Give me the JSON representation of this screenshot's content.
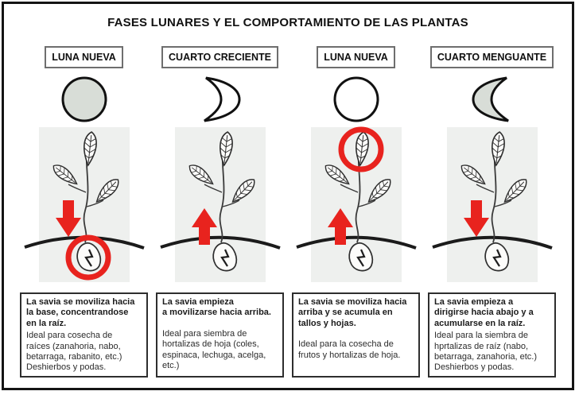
{
  "title": "FASES LUNARES Y EL COMPORTAMIENTO DE LAS PLANTAS",
  "colors": {
    "accent_red": "#e8231e",
    "moon_gray": "#d8ddd7",
    "moon_white": "#ffffff",
    "panel_gray": "#eef0ee"
  },
  "cards": [
    {
      "phase_label": "LUNA NUEVA",
      "moon_icon": "new-moon",
      "sap_arrow": "down",
      "highlight": "root",
      "bold_text": "La savia se moviliza hacia\nla base, concentrandose\nen la raíz.",
      "body_text": "Ideal para cosecha de\nraíces (zanahoria, nabo,\nbetarraga, rabanito, etc.)",
      "body_text2": "Deshierbos y podas."
    },
    {
      "phase_label": "CUARTO CRECIENTE",
      "moon_icon": "waxing-crescent",
      "sap_arrow": "up",
      "highlight": "none",
      "bold_text": "La savia empieza\na movilizarse hacia arriba.",
      "body_text": "Ideal para siembra de\nhortalizas de hoja (coles,\nespinaca, lechuga, acelga,\netc.)",
      "body_text2": ""
    },
    {
      "phase_label": "LUNA NUEVA",
      "moon_icon": "full-moon",
      "sap_arrow": "up",
      "highlight": "top-leaf",
      "bold_text": "La savia se moviliza hacia\narriba y se acumula en\ntallos y hojas.",
      "body_text": "Ideal para la cosecha de\nfrutos y hortalizas de hoja.",
      "body_text2": ""
    },
    {
      "phase_label": "CUARTO MENGUANTE",
      "moon_icon": "waning-crescent",
      "sap_arrow": "down",
      "highlight": "none",
      "bold_text": "La savia empieza a\ndirigirse hacia abajo y a\nacumularse en la raíz.",
      "body_text": "Ideal para la siembra de\nhprtalizas de raíz (nabo,\nbetarraga, zanahoria, etc.)",
      "body_text2": "Deshierbos y podas."
    }
  ]
}
